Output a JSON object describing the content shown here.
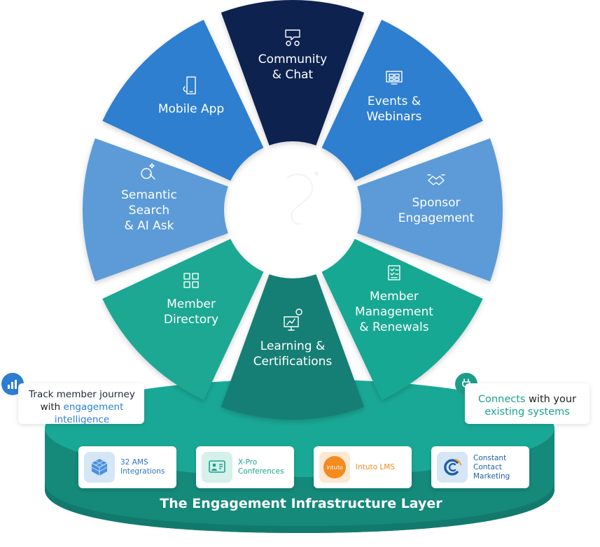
{
  "wheel": {
    "segments": [
      {
        "id": "community",
        "lines": [
          "Community",
          "& Chat"
        ],
        "icon": "chat-people-icon",
        "color": "#0e2250"
      },
      {
        "id": "events",
        "lines": [
          "Events &",
          "Webinars"
        ],
        "icon": "video-conference-icon",
        "color": "#2d7fd0"
      },
      {
        "id": "sponsor",
        "lines": [
          "Sponsor",
          "Engagement"
        ],
        "icon": "handshake-icon",
        "color": "#5b9bd8"
      },
      {
        "id": "member-mgmt",
        "lines": [
          "Member",
          "Management",
          "& Renewals"
        ],
        "icon": "checklist-icon",
        "color": "#19a892"
      },
      {
        "id": "learning",
        "lines": [
          "Learning &",
          "Certifications"
        ],
        "icon": "presentation-icon",
        "color": "#147f74"
      },
      {
        "id": "directory",
        "lines": [
          "Member",
          "Directory"
        ],
        "icon": "directory-grid-icon",
        "color": "#1fa893"
      },
      {
        "id": "search",
        "lines": [
          "Semantic",
          "Search",
          "& AI Ask"
        ],
        "icon": "ai-search-icon",
        "color": "#5b9bd8"
      },
      {
        "id": "mobile",
        "lines": [
          "Mobile App"
        ],
        "icon": "mobile-phone-icon",
        "color": "#2d7fd0"
      }
    ]
  },
  "callouts": {
    "left": {
      "line1": "Track member journey",
      "line2_prefix": "with ",
      "line2_highlight": "engagement",
      "line3_highlight": "intelligence",
      "icon": "analytics-icon"
    },
    "right": {
      "line1_highlight": "Connects",
      "line1_rest": " with your",
      "line2_highlight": "existing systems",
      "icon": "plug-icon"
    }
  },
  "integrations": [
    {
      "label": "32 AMS Integrations",
      "icon": "cube-icon"
    },
    {
      "label": "X-Pro Conferences",
      "icon": "conference-icon"
    },
    {
      "label": "Intuto LMS",
      "logo_text": "intuto",
      "icon": "intuto-logo"
    },
    {
      "label": "Constant Contact Marketing",
      "icon": "constant-contact-logo"
    }
  ],
  "infrastructure": {
    "title": "The Engagement Infrastructure Layer"
  },
  "colors": {
    "platform_top": "#1aa896",
    "platform_side": "#15897a",
    "highlight_blue": "#2a7fd0",
    "highlight_teal": "#1aa38f"
  }
}
